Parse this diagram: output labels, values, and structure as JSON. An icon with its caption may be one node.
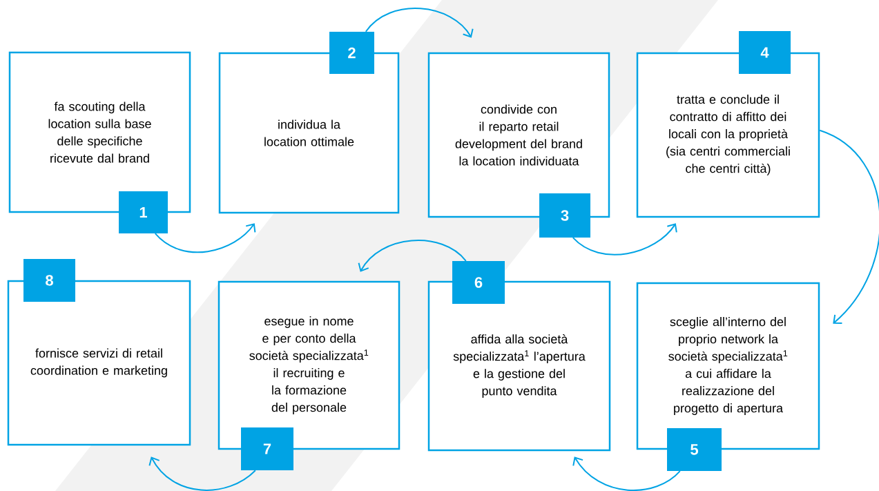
{
  "diagram": {
    "nodes": [
      {
        "text": [
          "fa scouting della location sulla base delle specifiche ricevute dal brand"
        ]
      },
      {
        "text": [
          "1"
        ]
      },
      {
        "text": [
          "individua la location ottimale"
        ]
      },
      {
        "text": [
          "2"
        ]
      },
      {
        "text": [
          "condivide con il reparto retail development del brand la location individuata"
        ]
      },
      {
        "text": [
          "3"
        ]
      },
      {
        "text": [
          "tratta e conclude il contratto di affitto dei locali con la proprietà (sia centri commerciali che centri città)"
        ]
      },
      {
        "text": [
          "4"
        ]
      },
      {
        "text": [
          "sceglie all’interno del proprio network la società specializzata$^{1}$ a cui affidare la realizzazione del progetto di apertura"
        ]
      },
      {
        "text": [
          "5"
        ]
      },
      {
        "text": [
          "affida alla società specializzata$^{1}$ l’apertura e la gestione del punto vendita"
        ]
      },
      {
        "text": [
          "6"
        ]
      },
      {
        "text": [
          "esegue in nome e per conto della società specializzata$^{1}$ il recruiting e la formazione del personale"
        ]
      },
      {
        "text": [
          "7"
        ]
      },
      {
        "text": [
          "fornisce servizi di retail coordination e marketing"
        ]
      },
      {
        "text": [
          "8"
        ]
      }
    ],
    "edges": [
      {
        "from": 1,
        "to": 2,
        "arrow": "to"
      },
      {
        "from": 3,
        "to": 4,
        "arrow": "to"
      },
      {
        "from": 5,
        "to": 6,
        "arrow": "to"
      },
      {
        "from": 6,
        "to": 8,
        "arrow": "to"
      },
      {
        "from": 9,
        "to": 10,
        "arrow": "to"
      },
      {
        "from": 11,
        "to": 12,
        "arrow": "to"
      },
      {
        "from": 13,
        "to": 14,
        "arrow": "to"
      }
    ]
  }
}
